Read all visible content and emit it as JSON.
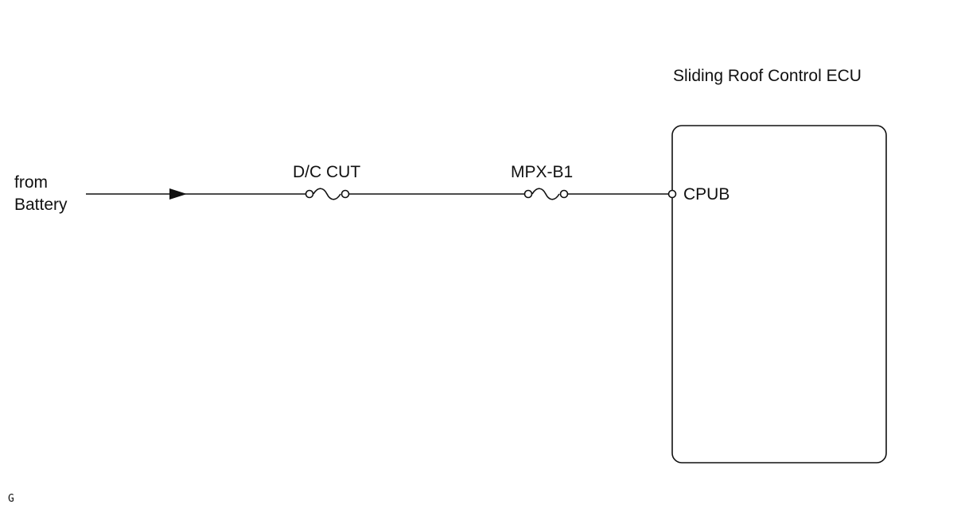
{
  "source": {
    "line1": "from",
    "line2": "Battery"
  },
  "fuses": [
    {
      "label": "D/C CUT"
    },
    {
      "label": "MPX-B1"
    }
  ],
  "ecu": {
    "title": "Sliding Roof Control ECU",
    "terminal": "CPUB"
  },
  "corner_mark": "G",
  "colors": {
    "line": "#111111",
    "background": "#ffffff"
  }
}
